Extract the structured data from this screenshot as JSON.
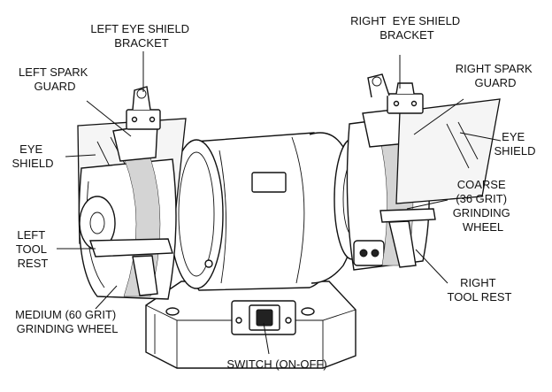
{
  "labels": {
    "left_eye_shield_bracket": [
      "LEFT EYE SHIELD",
      "BRACKET"
    ],
    "left_spark_guard": [
      "LEFT SPARK",
      "GUARD"
    ],
    "left_eye_shield": [
      "EYE",
      "SHIELD"
    ],
    "left_tool_rest": [
      "LEFT",
      "TOOL",
      "REST"
    ],
    "medium_wheel": [
      "MEDIUM (60 GRIT)",
      "GRINDING WHEEL"
    ],
    "switch": [
      "SWITCH (ON-OFF)"
    ],
    "right_eye_shield_bracket": [
      "RIGHT  EYE SHIELD",
      "BRACKET"
    ],
    "right_spark_guard": [
      "RIGHT SPARK",
      "GUARD"
    ],
    "right_eye_shield": [
      "EYE",
      "SHIELD"
    ],
    "coarse_wheel": [
      "COARSE",
      "(36 GRIT)",
      "GRINDING",
      "WHEEL"
    ],
    "right_tool_rest": [
      "RIGHT",
      "TOOL REST"
    ]
  }
}
